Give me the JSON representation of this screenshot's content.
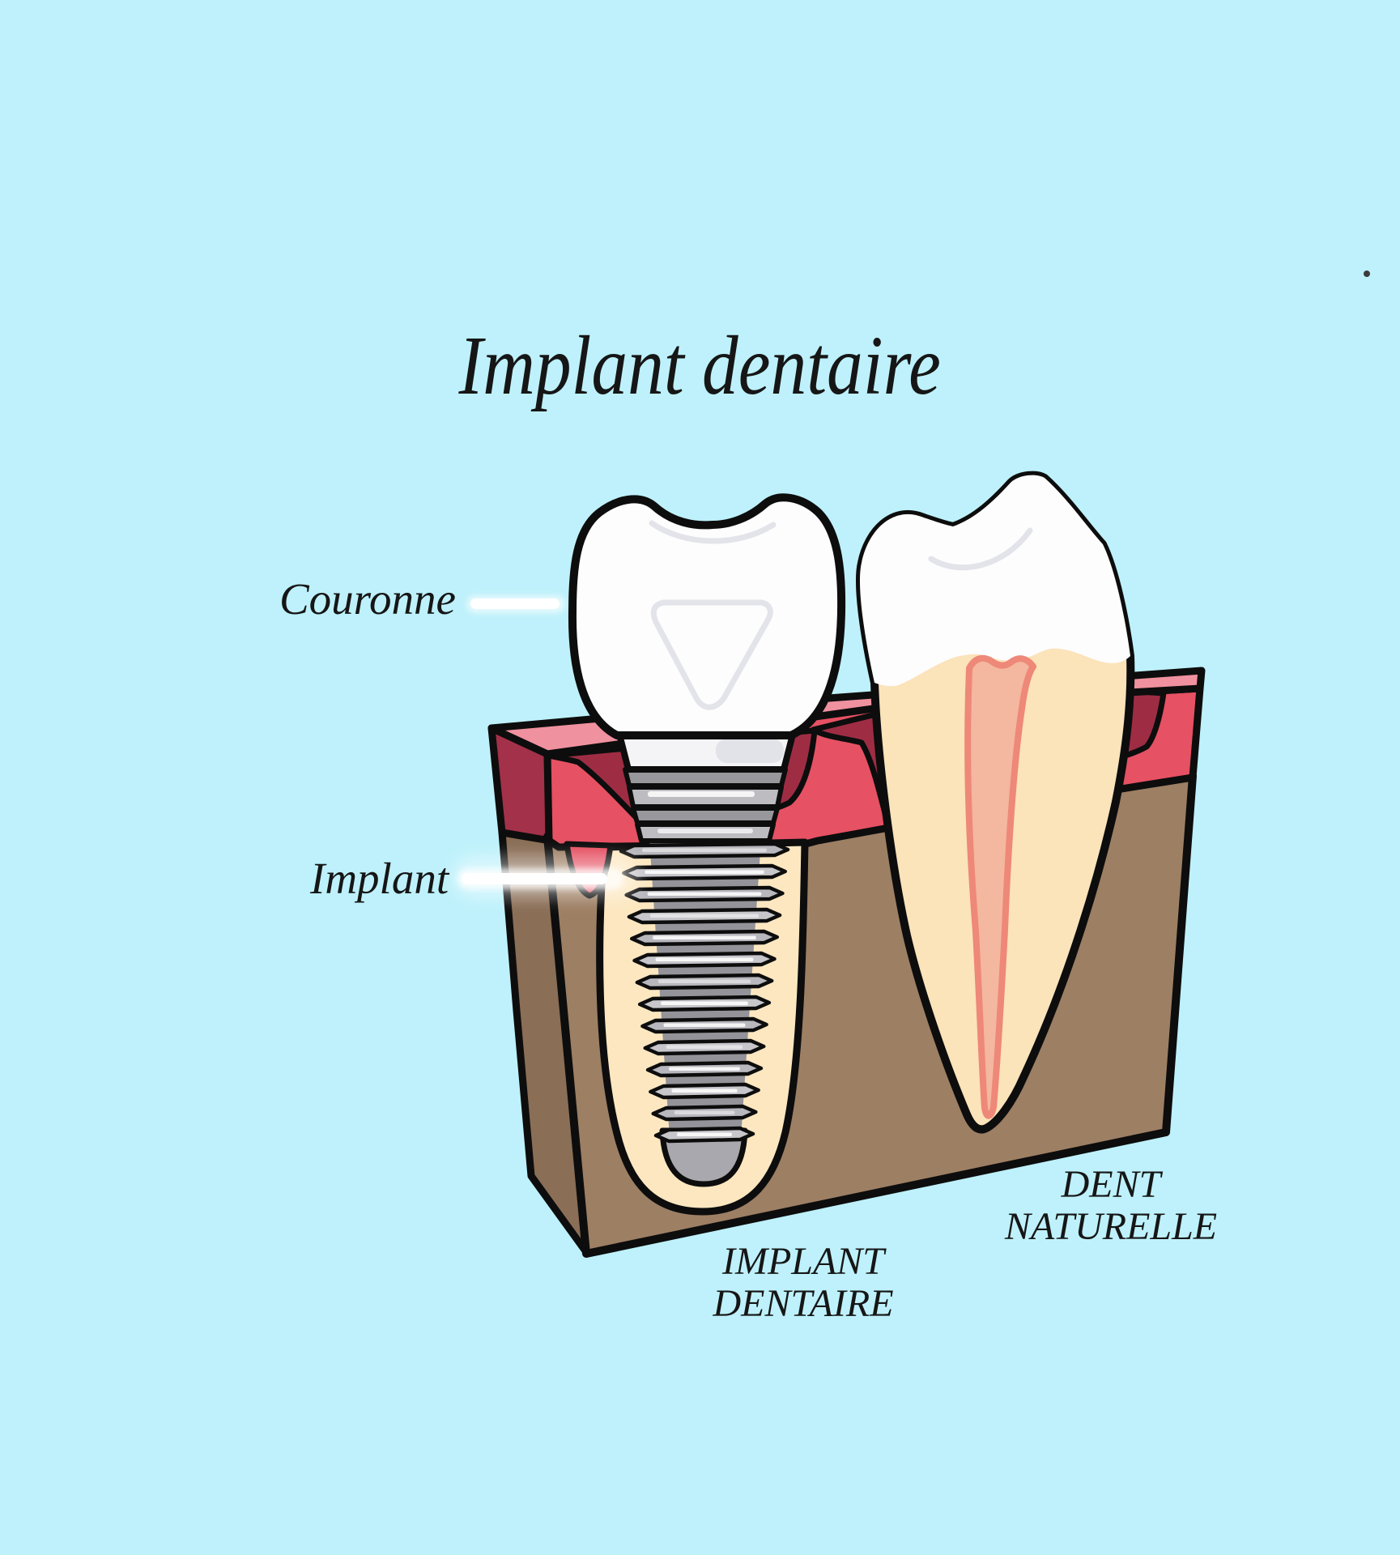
{
  "title": "Implant dentaire",
  "labels": {
    "couronne": "Couronne",
    "implant": "Implant"
  },
  "captions": {
    "implant_dentaire": [
      "IMPLANT",
      "DENTAIRE"
    ],
    "dent_naturelle": [
      "DENT",
      "NATURELLE"
    ]
  },
  "colors": {
    "background": "#bef1fb",
    "outline": "#0d0d0d",
    "text": "#161616",
    "gum_top_face": "#f0919f",
    "gum_front_face": "#e65163",
    "gum_cut_face": "#9e2d44",
    "gum_side_face": "#a23149",
    "bone_front_face": "#9d7f64",
    "bone_side_face": "#8a6e56",
    "socket_cream": "#fce7c0",
    "tooth_white": "#fdfdfe",
    "tooth_root_cream": "#fbe3ba",
    "pulp_fill": "#f4b79f",
    "pulp_stroke": "#ee8878",
    "screw_body": "#939399",
    "screw_tip": "#a8a8ae",
    "thread_light": "#c6c6cb",
    "thread_alt": "#b7b7bd",
    "ring_dark": "#97979c",
    "ring_light": "#bcbcc1",
    "abutment": "#f4f4f7",
    "abutment_shine": "#e2e2e9",
    "crown_detail": "#e3e3ea",
    "pointer_line": "#ffffff"
  }
}
